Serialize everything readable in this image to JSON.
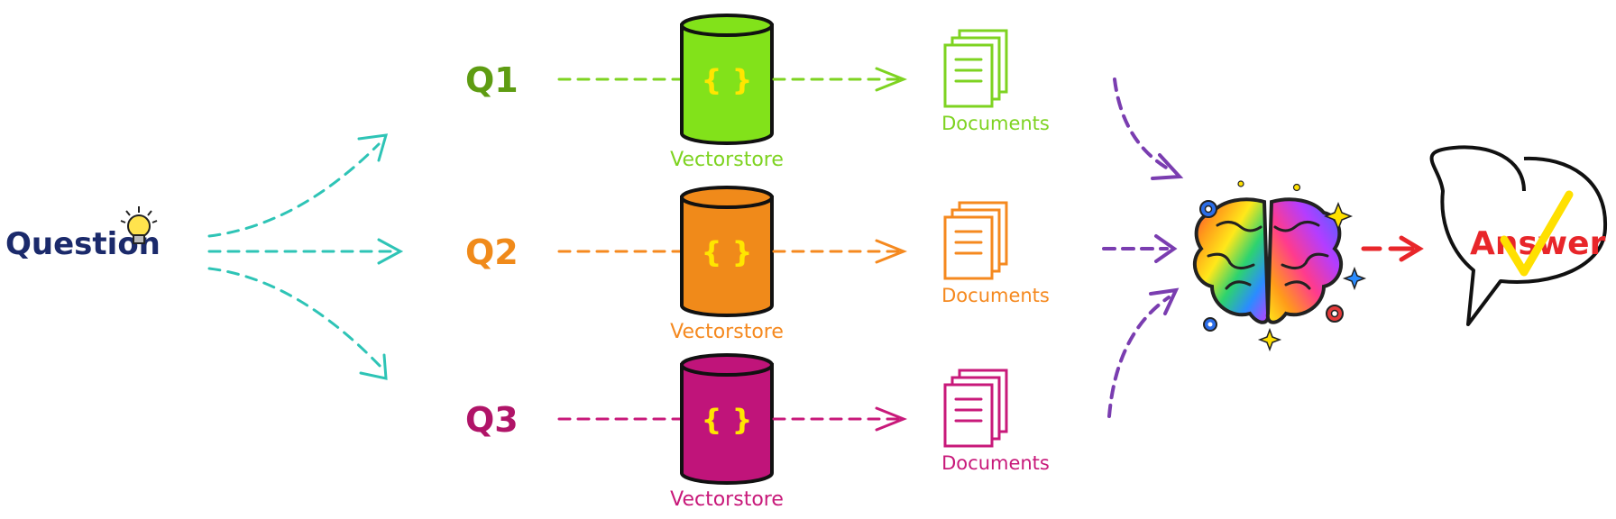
{
  "question": {
    "label": "Question"
  },
  "answer": {
    "label": "Answer"
  },
  "branches": [
    {
      "query": "Q1",
      "store_label": "Vectorstore",
      "docs_label": "Documents",
      "color": "#7ed321",
      "fill": "#82e21a",
      "query_color": "#5e9c12",
      "braces": "{ }"
    },
    {
      "query": "Q2",
      "store_label": "Vectorstore",
      "docs_label": "Documents",
      "color": "#f5891f",
      "fill": "#f08a1a",
      "query_color": "#f08a1a",
      "braces": "{ }"
    },
    {
      "query": "Q3",
      "store_label": "Vectorstore",
      "docs_label": "Documents",
      "color": "#c8197a",
      "fill": "#c0147a",
      "query_color": "#b01468",
      "braces": "{ }"
    }
  ],
  "colors": {
    "question_text": "#1b2a6b",
    "fanout_arrows": "#2ec4b6",
    "merge_arrows": "#7a3db0",
    "answer_arrow": "#e8262a",
    "answer_text": "#e8262a",
    "checkmark": "#ffe000",
    "braces": "#ffe600"
  },
  "icons": [
    "lightbulb-icon",
    "database-icon",
    "documents-icon",
    "brain-icon",
    "gear-icon",
    "sparkle-icon",
    "speech-bubble-icon",
    "checkmark-icon"
  ]
}
